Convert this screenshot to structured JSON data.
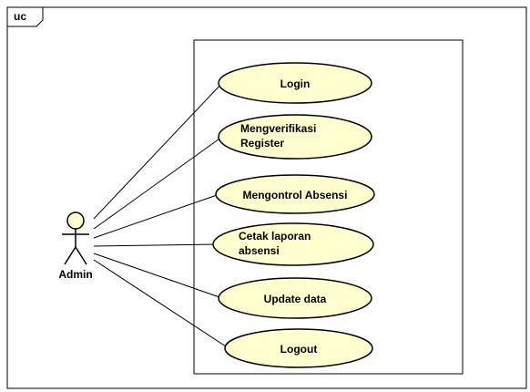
{
  "diagram": {
    "frame_label": "uc",
    "actor": {
      "name": "Admin"
    },
    "use_cases": [
      {
        "id": "login",
        "lines": [
          "Login"
        ]
      },
      {
        "id": "mengverifikasi-register",
        "lines": [
          "Mengverifikasi",
          "Register"
        ]
      },
      {
        "id": "mengontrol-absensi",
        "lines": [
          "Mengontrol Absensi"
        ]
      },
      {
        "id": "cetak-laporan-absensi",
        "lines": [
          "Cetak laporan",
          "absensi"
        ]
      },
      {
        "id": "update-data",
        "lines": [
          "Update data"
        ]
      },
      {
        "id": "logout",
        "lines": [
          "Logout"
        ]
      }
    ],
    "colors": {
      "use_case_fill": "#fefece",
      "actor_fill": "#fefece",
      "stroke": "#000000"
    }
  }
}
